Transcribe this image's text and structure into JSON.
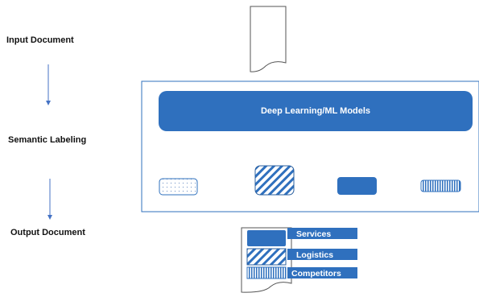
{
  "steps": {
    "input": "Input Document",
    "semantic": "Semantic Labeling",
    "output": "Output Document"
  },
  "model_box": {
    "label": "Deep Learning/ML Models"
  },
  "categories": [
    {
      "label": "Services",
      "pattern": "solid"
    },
    {
      "label": "Logistics",
      "pattern": "diagonal-stripes"
    },
    {
      "label": "Competitors",
      "pattern": "vertical-stripes"
    }
  ],
  "colors": {
    "primary_blue": "#2F70BE",
    "dark_blue_border": "#2A5F9F",
    "arrow": "#4472C4",
    "panel_border": "#2F70BE",
    "document_outline": "#555555"
  }
}
